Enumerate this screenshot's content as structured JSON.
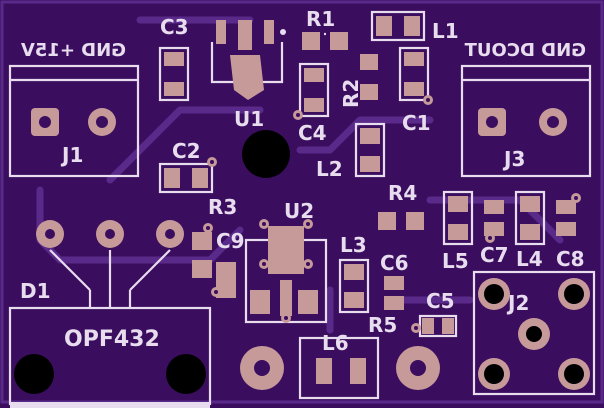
{
  "board": {
    "colors": {
      "substrate": "#3a0d5e",
      "silkscreen": "#e8dcef",
      "pad": "#c79a9a",
      "trace": "#5a2a8a"
    }
  },
  "labels": {
    "c3": "C3",
    "r1": "R1",
    "l1": "L1",
    "r2": "R2",
    "c1": "C1",
    "c4": "C4",
    "u1": "U1",
    "j1": "J1",
    "j3": "J3",
    "c2": "C2",
    "l2": "L2",
    "r3": "R3",
    "u2": "U2",
    "c9": "C9",
    "r4": "R4",
    "l3": "L3",
    "c6": "C6",
    "l5": "L5",
    "c7": "C7",
    "l4": "L4",
    "c8": "C8",
    "d1": "D1",
    "c5": "C5",
    "j2": "J2",
    "r5": "R5",
    "l6": "L6",
    "opf": "OPF432",
    "conn_left": "GND +15V",
    "conn_right": "GND DCOUT"
  }
}
